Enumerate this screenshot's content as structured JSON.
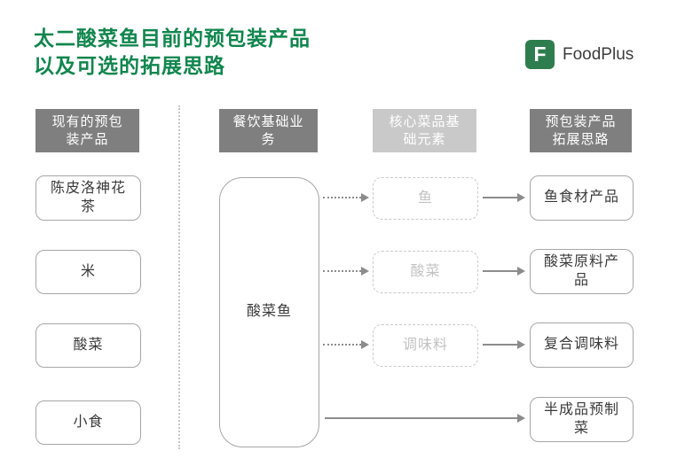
{
  "title": "太二酸菜鱼目前的预包装产品\n以及可选的拓展思路",
  "logo": {
    "mark": "F",
    "name": "FoodPlus"
  },
  "columns": {
    "existing": {
      "header": "现有的预包\n装产品",
      "items": [
        "陈皮洛神花\n茶",
        "米",
        "酸菜",
        "小食"
      ]
    },
    "restaurant_base": {
      "header": "餐饮基础业\n务",
      "core_product": "酸菜鱼"
    },
    "core_elements": {
      "header": "核心菜品基\n础元素",
      "items": [
        "鱼",
        "酸菜",
        "调味料"
      ]
    },
    "expansion": {
      "header": "预包装产品\n拓展思路",
      "items": [
        "鱼食材产品",
        "酸菜原料产\n品",
        "复合调味料",
        "半成品预制\n菜"
      ]
    }
  },
  "colors": {
    "title_green": "#11864e",
    "logo_green": "#2e7d4f",
    "header_dark": "#7f7f7f",
    "header_light": "#c9c9c9",
    "box_border": "#a6a6a6",
    "dashed_gray": "#c9c9c9",
    "arrow_gray": "#8c8c8c",
    "text_dark": "#3a3a3a"
  }
}
